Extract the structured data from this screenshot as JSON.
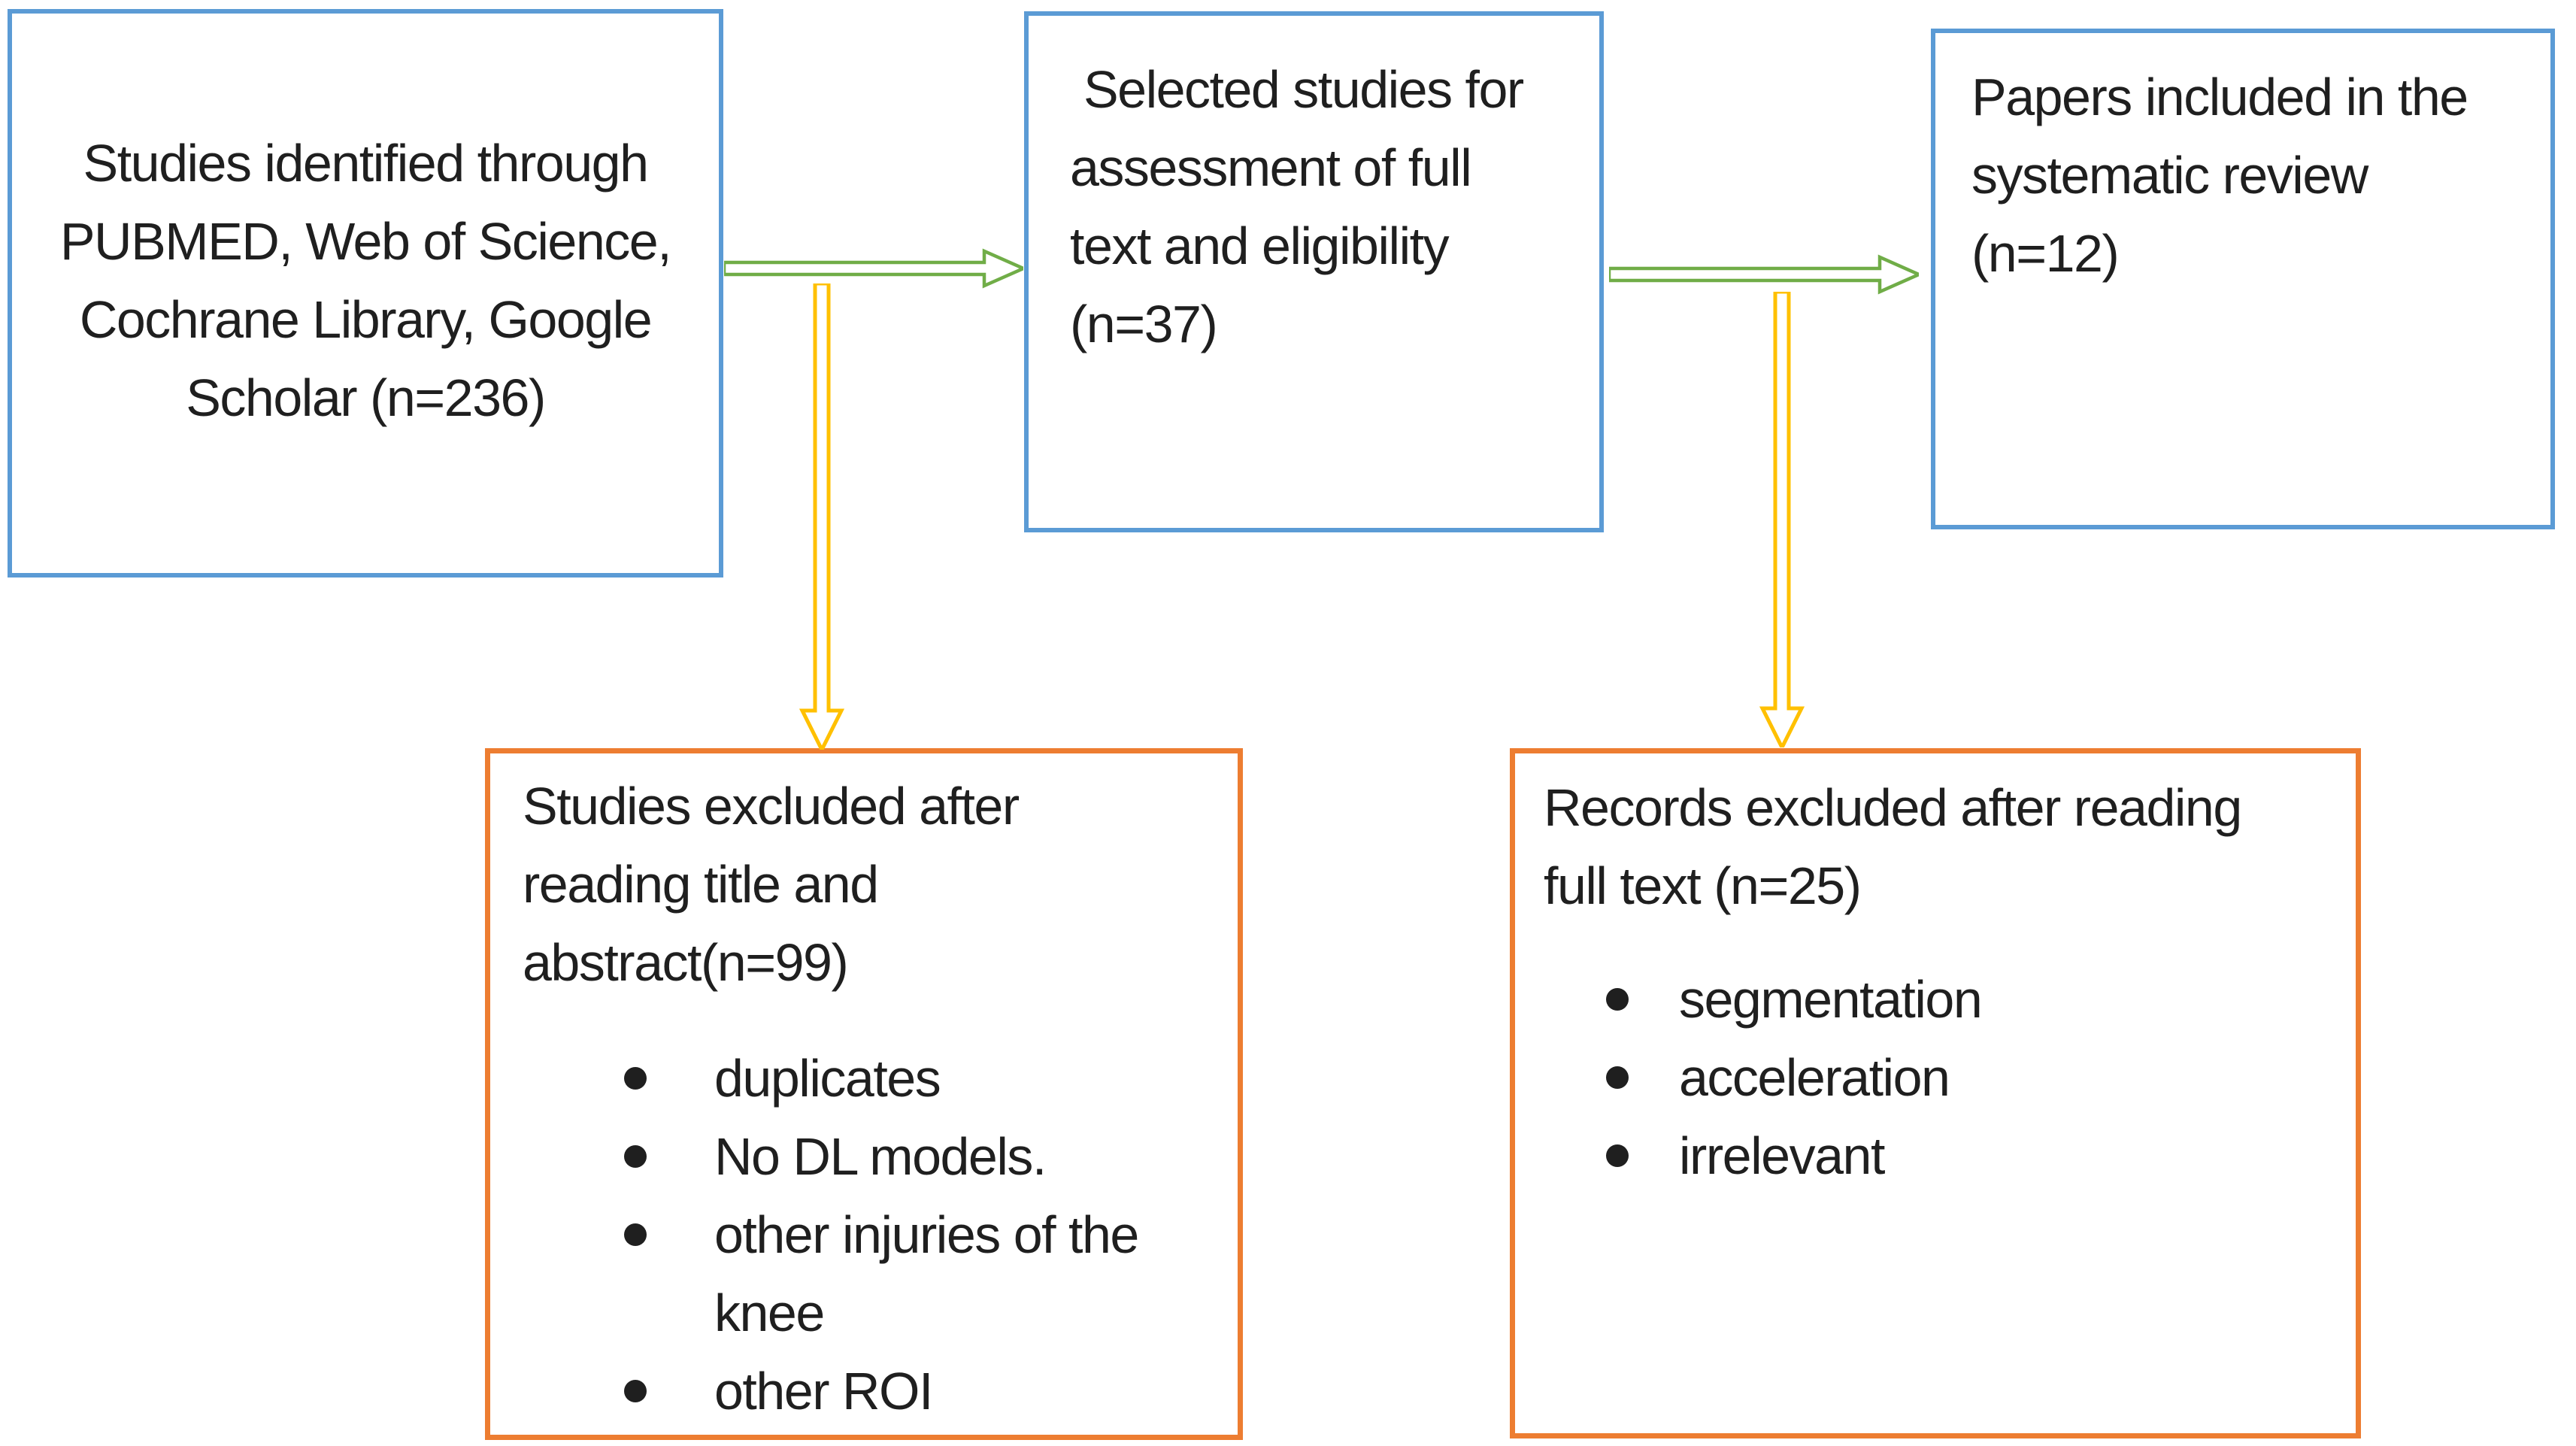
{
  "colors": {
    "blue": "#5B9BD5",
    "green": "#70AD47",
    "yellow": "#FFC000",
    "orange": "#ED7D31",
    "text": "#1F1F1F",
    "arrow_fill": "#FFFFFF",
    "bg": "#FFFFFF"
  },
  "diagram": {
    "type": "study-selection-flowchart",
    "nodes": {
      "identification": {
        "border_color": "#5B9BD5",
        "n": 236,
        "lines": [
          "Studies identified through",
          "PUBMED, Web of Science,",
          "Cochrane Library, Google",
          "Scholar (n=236)"
        ]
      },
      "screening": {
        "border_color": "#5B9BD5",
        "n": 37,
        "lines": [
          " Selected studies for",
          "assessment of full",
          "text and eligibility",
          "(n=37)"
        ]
      },
      "included": {
        "border_color": "#5B9BD5",
        "n": 12,
        "lines": [
          "Papers included in the",
          "systematic review",
          "(n=12)"
        ]
      },
      "excluded_title_abstract": {
        "border_color": "#ED7D31",
        "n": 99,
        "heading_lines": [
          "Studies excluded after",
          "reading title and",
          "abstract(n=99)"
        ],
        "bullets": [
          "duplicates",
          "No DL models.",
          "other injuries of the knee",
          "other ROI"
        ]
      },
      "excluded_full_text": {
        "border_color": "#ED7D31",
        "n": 25,
        "heading_lines": [
          "Records excluded after reading",
          "full text (n=25)"
        ],
        "bullets": [
          "segmentation",
          "acceleration",
          "irrelevant"
        ]
      }
    },
    "arrows": [
      {
        "id": "identification-to-screening",
        "direction": "right",
        "color": "#70AD47"
      },
      {
        "id": "screening-to-included",
        "direction": "right",
        "color": "#70AD47"
      },
      {
        "id": "to-excluded-title-abstract",
        "direction": "down",
        "color": "#FFC000"
      },
      {
        "id": "to-excluded-full-text",
        "direction": "down",
        "color": "#FFC000"
      }
    ]
  }
}
